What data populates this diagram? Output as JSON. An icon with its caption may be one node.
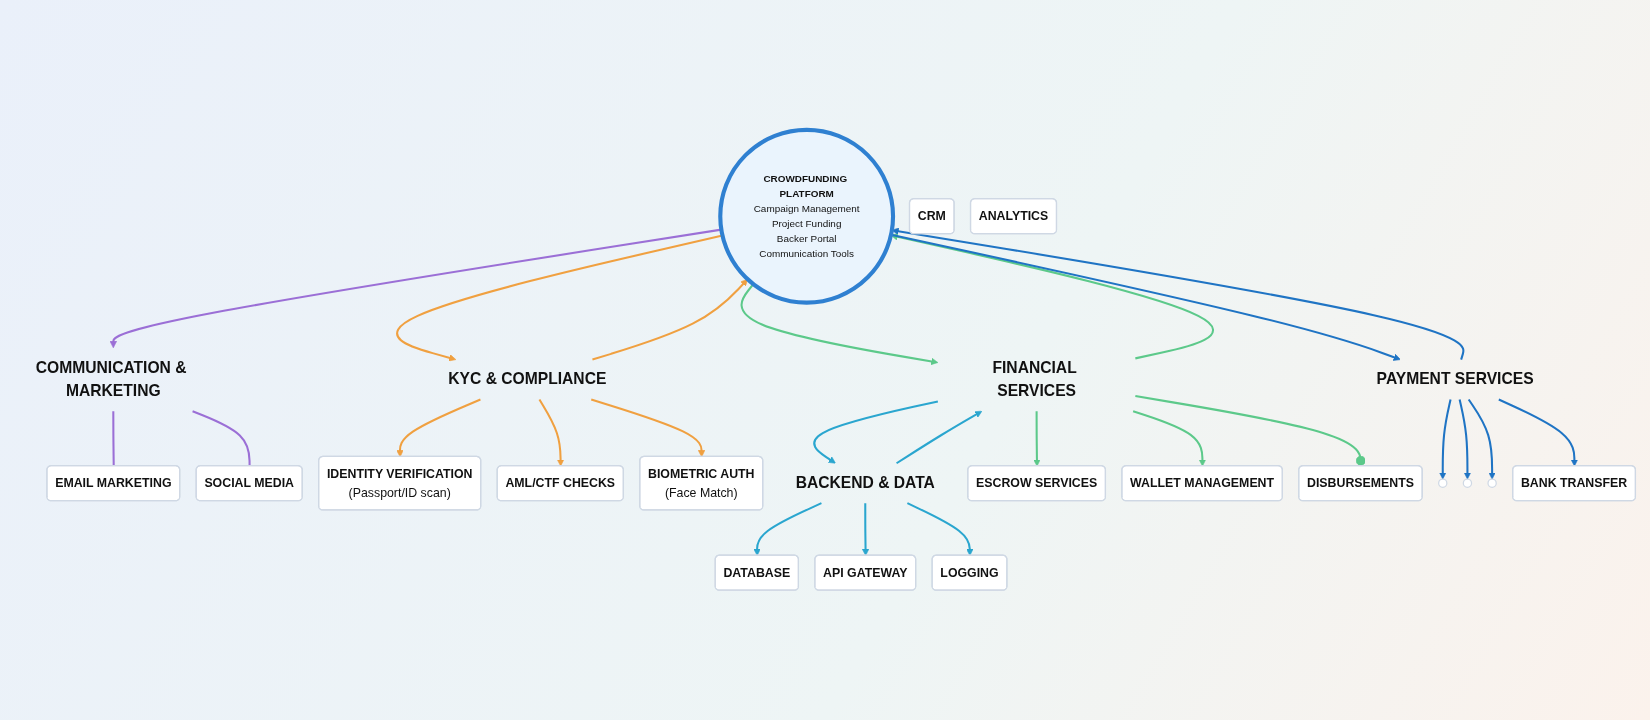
{
  "diagram": {
    "nodes": [
      {
        "text": [
          "CROWDFUNDING PLATFORM",
          "Campaign Management",
          "Project Funding",
          "Backer Portal",
          "Communication Tools"
        ]
      },
      {
        "text": [
          "COMMUNICATION & MARKETING"
        ]
      },
      {
        "text": [
          "EMAIL MARKETING"
        ]
      },
      {
        "text": [
          "CRM"
        ]
      },
      {
        "text": [
          "ANALYTICS"
        ]
      },
      {
        "text": [
          "SOCIAL MEDIA"
        ]
      },
      {
        "text": [
          "KYC & COMPLIANCE"
        ]
      },
      {
        "text": [
          "IDENTITY VERIFICATION",
          "(Passport/ID scan)"
        ]
      },
      {
        "text": [
          "AML/CTF CHECKS"
        ]
      },
      {
        "text": [
          "BIOMETRIC AUTH",
          "(Face Match)"
        ]
      },
      {
        "text": [
          "FINANCIAL SERVICES"
        ]
      },
      {
        "text": [
          "BACKEND & DATA"
        ]
      },
      {
        "text": [
          "DATABASE"
        ]
      },
      {
        "text": [
          "API GATEWAY"
        ]
      },
      {
        "text": [
          "LOGGING"
        ]
      },
      {
        "text": [
          "ESCROW SERVICES"
        ]
      },
      {
        "text": [
          "WALLET MANAGEMENT"
        ]
      },
      {
        "text": [
          "DISBURSEMENTS"
        ]
      },
      {
        "text": [
          "PAYMENT SERVICES"
        ]
      },
      {
        "text": [],
        "shape": "circle"
      },
      {
        "text": [],
        "shape": "circle"
      },
      {
        "text": [],
        "shape": "circle"
      },
      {
        "text": [
          "BANK TRANSFER"
        ]
      }
    ],
    "edges": [
      {
        "from": 0,
        "to": 1,
        "arrow": "to",
        "color": "#9b6fd6"
      },
      {
        "from": 1,
        "to": 2,
        "arrow": "none",
        "color": "#9b6fd6"
      },
      {
        "from": 1,
        "to": 5,
        "arrow": "none",
        "color": "#9b6fd6"
      },
      {
        "from": 0,
        "to": 6,
        "arrow": "to",
        "color": "#f0a040"
      },
      {
        "from": 6,
        "to": 0,
        "arrow": "to",
        "color": "#f0a040"
      },
      {
        "from": 6,
        "to": 7,
        "arrow": "to",
        "color": "#f0a040"
      },
      {
        "from": 6,
        "to": 8,
        "arrow": "to",
        "color": "#f0a040"
      },
      {
        "from": 6,
        "to": 9,
        "arrow": "to",
        "color": "#f0a040"
      },
      {
        "from": 0,
        "to": 10,
        "arrow": "to",
        "color": "#5cc98a"
      },
      {
        "from": 10,
        "to": 0,
        "arrow": "to",
        "color": "#5cc98a"
      },
      {
        "from": 10,
        "to": 11,
        "arrow": "to",
        "color": "#2aa6cf"
      },
      {
        "from": 11,
        "to": 10,
        "arrow": "to",
        "color": "#2aa6cf"
      },
      {
        "from": 11,
        "to": 12,
        "arrow": "to",
        "color": "#2aa6cf"
      },
      {
        "from": 11,
        "to": 13,
        "arrow": "to",
        "color": "#2aa6cf"
      },
      {
        "from": 11,
        "to": 14,
        "arrow": "to",
        "color": "#2aa6cf"
      },
      {
        "from": 10,
        "to": 15,
        "arrow": "to",
        "color": "#5cc98a"
      },
      {
        "from": 10,
        "to": 16,
        "arrow": "to",
        "color": "#5cc98a"
      },
      {
        "from": 10,
        "to": 17,
        "arrow": "other",
        "color": "#5cc98a"
      },
      {
        "from": 0,
        "to": 18,
        "arrow": "to"
      },
      {
        "from": 18,
        "to": 0,
        "arrow": "to"
      },
      {
        "from": 18,
        "to": 19,
        "arrow": "to"
      },
      {
        "from": 18,
        "to": 20,
        "arrow": "to"
      },
      {
        "from": 18,
        "to": 21,
        "arrow": "to"
      },
      {
        "from": 18,
        "to": 22,
        "arrow": "to"
      }
    ]
  }
}
